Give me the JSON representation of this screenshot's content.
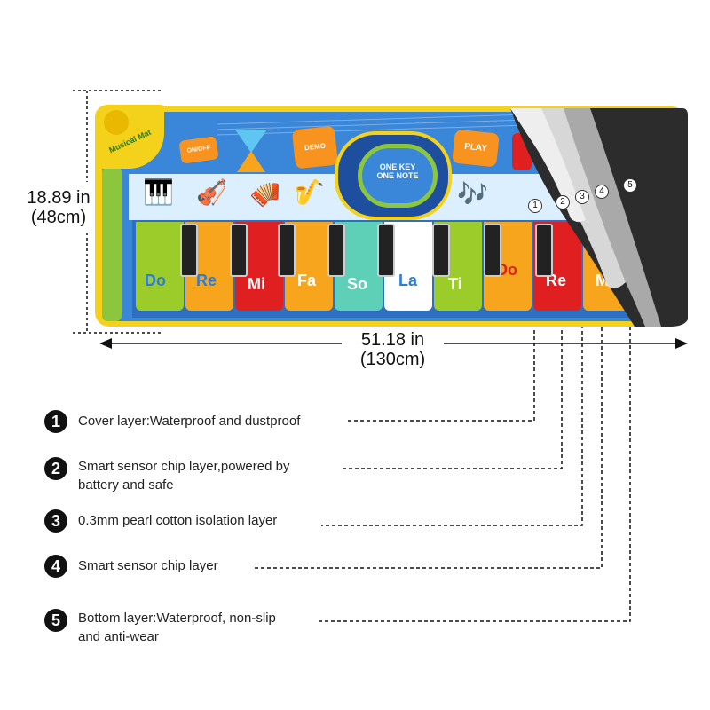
{
  "dimensions": {
    "height_in": "18.89 in",
    "height_cm": "(48cm)",
    "width_in": "51.18 in",
    "width_cm": "(130cm)"
  },
  "mat": {
    "badge_text": "Musical Mat",
    "on_off": "ON/OFF",
    "demo": "DEMO",
    "center_line1": "ONE KEY",
    "center_line2": "ONE NOTE",
    "play": "PLAY",
    "keys": [
      "Do",
      "Re",
      "Mi",
      "Fa",
      "So",
      "La",
      "Ti",
      "Do",
      "Re",
      "Mi"
    ],
    "key_colors": [
      "#9ccc2a",
      "#f7a51c",
      "#e02020",
      "#f7a51c",
      "#5fd0b8",
      "#ffffff",
      "#9ccc2a",
      "#f7a51c",
      "#e02020",
      "#f7a51c"
    ],
    "frame_color": "#f4d21b",
    "panel_color": "#3a86d8"
  },
  "layer_numbers": [
    "1",
    "2",
    "3",
    "4",
    "5"
  ],
  "layers": [
    {
      "num": "1",
      "line1": "Cover layer:Waterproof and dustproof",
      "line2": ""
    },
    {
      "num": "2",
      "line1": "Smart sensor chip layer,powered by",
      "line2": "battery and safe"
    },
    {
      "num": "3",
      "line1": "0.3mm pearl cotton isolation layer",
      "line2": ""
    },
    {
      "num": "4",
      "line1": "Smart sensor chip layer",
      "line2": ""
    },
    {
      "num": "5",
      "line1": "Bottom layer:Waterproof, non-slip",
      "line2": "and anti-wear"
    }
  ]
}
